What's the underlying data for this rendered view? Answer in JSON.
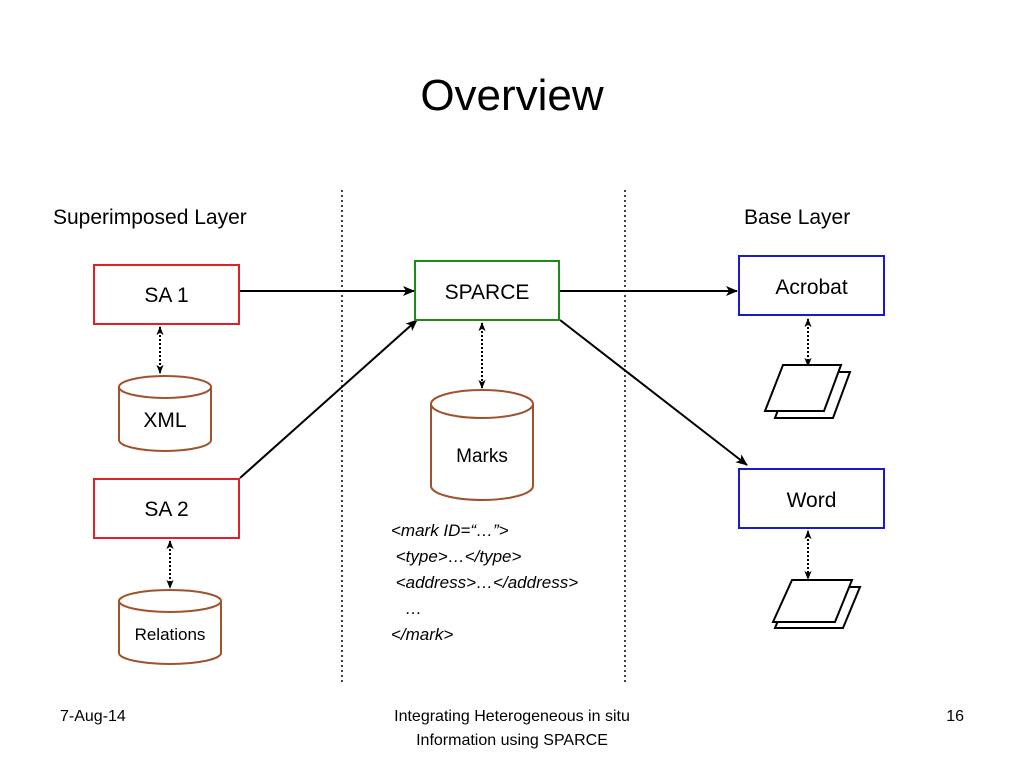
{
  "slide": {
    "title": "Overview",
    "footer": {
      "date": "7-Aug-14",
      "center_line1": "Integrating Heterogeneous in situ",
      "center_line2": "Information using SPARCE",
      "page_number": "16"
    }
  },
  "layers": {
    "superimposed": "Superimposed Layer",
    "base": "Base Layer"
  },
  "nodes": {
    "sa1": "SA 1",
    "sa2": "SA 2",
    "sparce": "SPARCE",
    "acrobat": "Acrobat",
    "word": "Word",
    "xml": "XML",
    "relations": "Relations",
    "marks": "Marks"
  },
  "mark_example": {
    "line1": "<mark ID=“…”>",
    "line2": " <type>…</type>",
    "line3": " <address>…</address>",
    "line4": "   …",
    "line5": "</mark>"
  },
  "colors": {
    "superimposed_app": "#e0202a",
    "sparce": "#1a8a1a",
    "base_app": "#1a1acc",
    "store": "#a0522d"
  }
}
